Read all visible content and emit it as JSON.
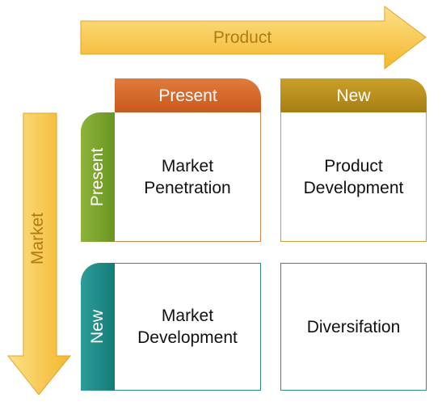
{
  "axes": {
    "horizontal": "Product",
    "vertical": "Market"
  },
  "columns": [
    "Present",
    "New"
  ],
  "rows": [
    "Present",
    "New"
  ],
  "cells": {
    "market_penetration": [
      "Market",
      "Penetration"
    ],
    "product_development": [
      "Product",
      "Development"
    ],
    "market_development": [
      "Market",
      "Development"
    ],
    "diversification": [
      "Diversifation"
    ]
  },
  "colors": {
    "arrow": "#f7c948",
    "column_present": "#d0652a",
    "column_new": "#b58c1c",
    "row_present": "#7aa52c",
    "row_new": "#1f8a86"
  }
}
